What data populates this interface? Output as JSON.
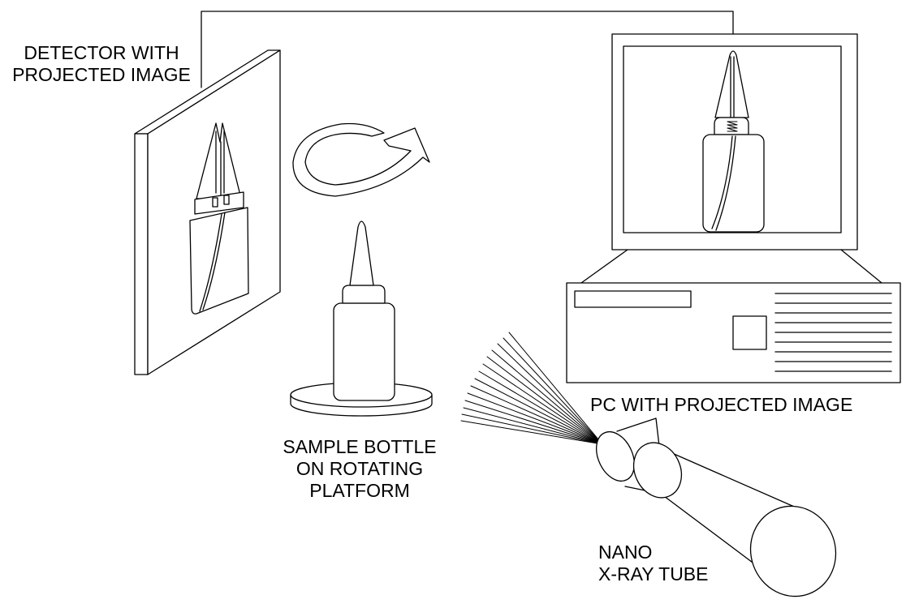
{
  "labels": {
    "detector": [
      "DETECTOR WITH",
      "PROJECTED IMAGE"
    ],
    "sample": [
      "SAMPLE BOTTLE",
      "ON ROTATING",
      "PLATFORM"
    ],
    "pc": [
      "PC WITH PROJECTED IMAGE"
    ],
    "tube": [
      "NANO",
      "X-RAY TUBE"
    ]
  },
  "colors": {
    "stroke": "#000000",
    "background": "#ffffff"
  }
}
